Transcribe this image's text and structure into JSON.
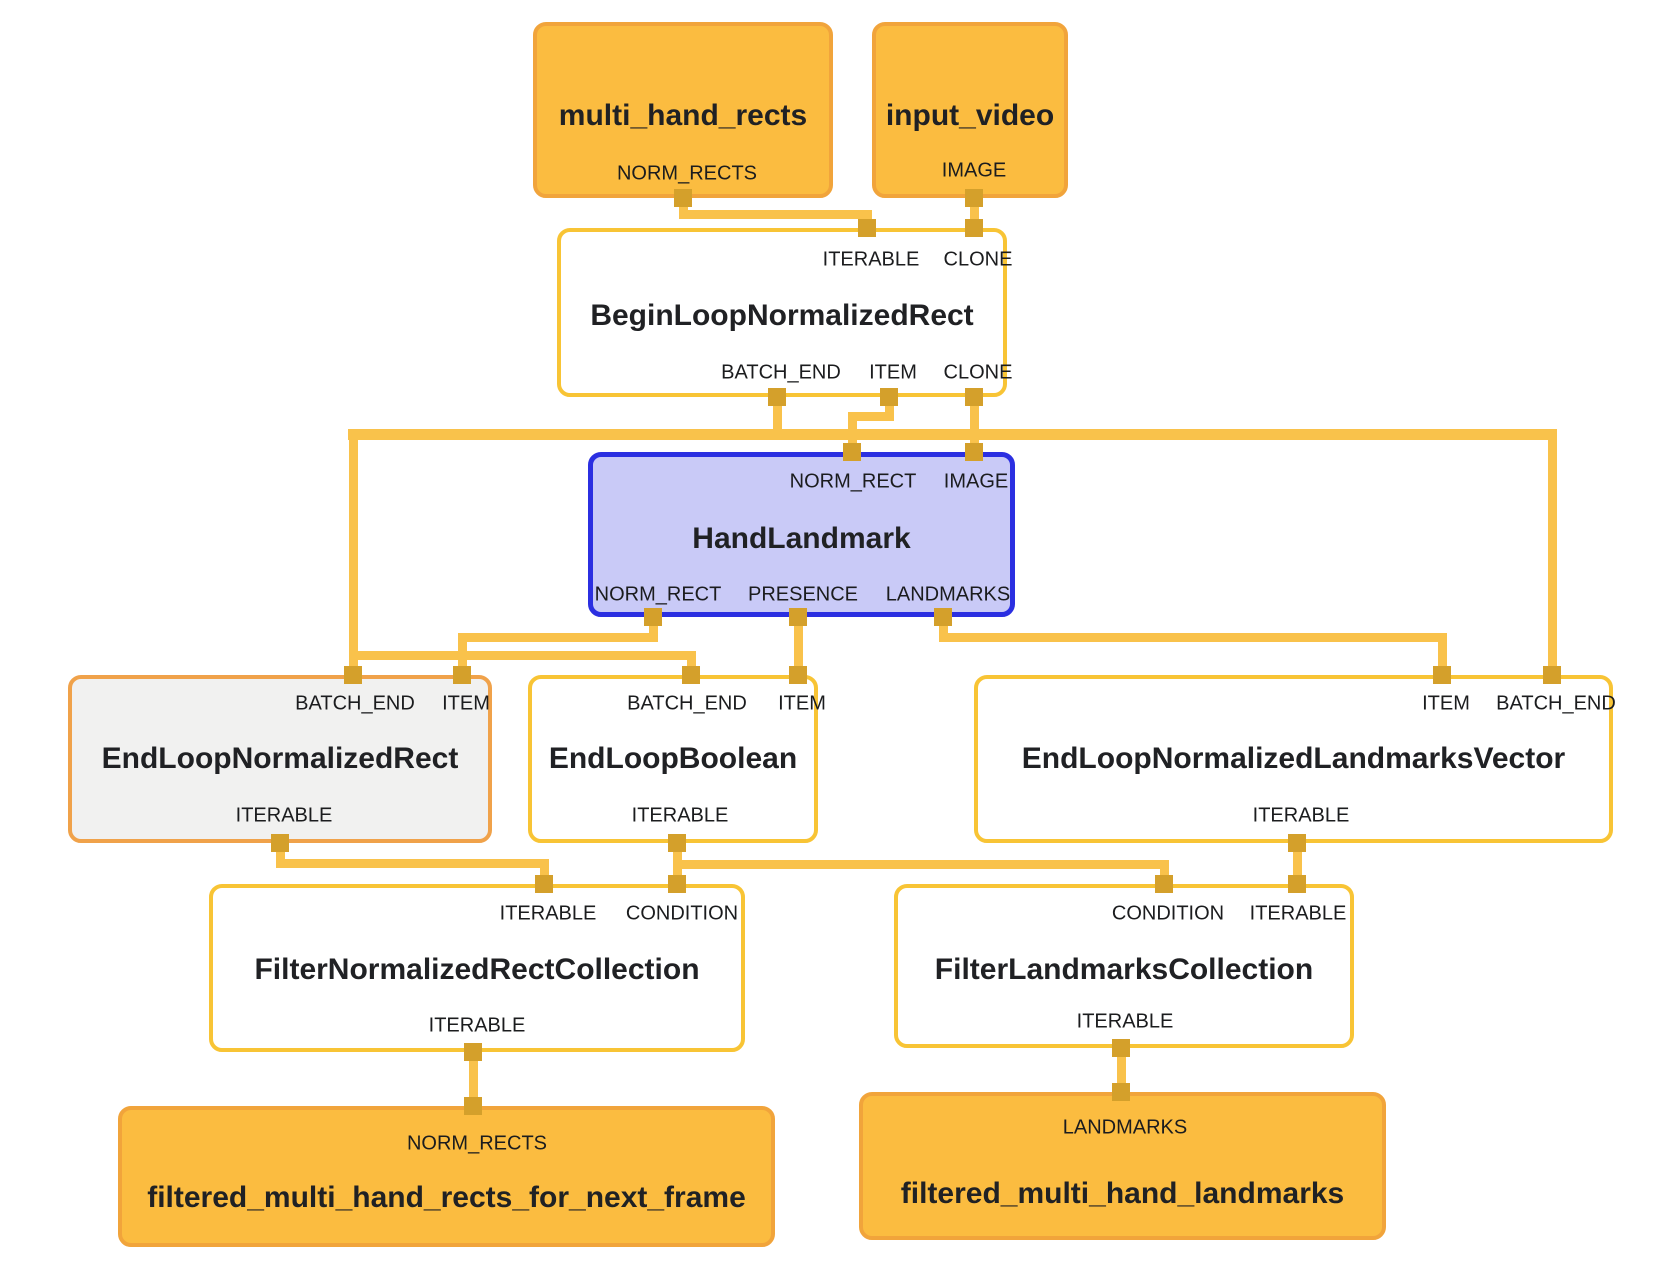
{
  "diagram": {
    "type": "dataflow-graph",
    "colors": {
      "node_orange": "#FBBC40",
      "node_orange_border": "#F1A43B",
      "node_white": "#FFFFFF",
      "node_white_border": "#F8C435",
      "node_gray": "#F1F1F0",
      "node_gray_border": "#F0A24A",
      "node_blue": "#C9CAF7",
      "node_blue_border": "#2B2FE1",
      "edge": "#F9C24B",
      "port": "#D4A02B",
      "text": "#202124"
    },
    "nodes": {
      "multi_hand_rects": {
        "title": "multi_hand_rects",
        "outputs": [
          "NORM_RECTS"
        ]
      },
      "input_video": {
        "title": "input_video",
        "outputs": [
          "IMAGE"
        ]
      },
      "begin_loop_normalized_rect": {
        "title": "BeginLoopNormalizedRect",
        "inputs": [
          "ITERABLE",
          "CLONE"
        ],
        "outputs": [
          "BATCH_END",
          "ITEM",
          "CLONE"
        ]
      },
      "hand_landmark": {
        "title": "HandLandmark",
        "inputs": [
          "NORM_RECT",
          "IMAGE"
        ],
        "outputs": [
          "NORM_RECT",
          "PRESENCE",
          "LANDMARKS"
        ]
      },
      "end_loop_normalized_rect": {
        "title": "EndLoopNormalizedRect",
        "inputs": [
          "BATCH_END",
          "ITEM"
        ],
        "outputs": [
          "ITERABLE"
        ]
      },
      "end_loop_boolean": {
        "title": "EndLoopBoolean",
        "inputs": [
          "BATCH_END",
          "ITEM"
        ],
        "outputs": [
          "ITERABLE"
        ]
      },
      "end_loop_normalized_landmarks_vector": {
        "title": "EndLoopNormalizedLandmarksVector",
        "inputs": [
          "ITEM",
          "BATCH_END"
        ],
        "outputs": [
          "ITERABLE"
        ]
      },
      "filter_normalized_rect_collection": {
        "title": "FilterNormalizedRectCollection",
        "inputs": [
          "ITERABLE",
          "CONDITION"
        ],
        "outputs": [
          "ITERABLE"
        ]
      },
      "filter_landmarks_collection": {
        "title": "FilterLandmarksCollection",
        "inputs": [
          "CONDITION",
          "ITERABLE"
        ],
        "outputs": [
          "ITERABLE"
        ]
      },
      "filtered_multi_hand_rects_for_next_frame": {
        "title": "filtered_multi_hand_rects_for_next_frame",
        "inputs": [
          "NORM_RECTS"
        ]
      },
      "filtered_multi_hand_landmarks": {
        "title": "filtered_multi_hand_landmarks",
        "inputs": [
          "LANDMARKS"
        ]
      }
    },
    "edges": [
      {
        "from": "multi_hand_rects.NORM_RECTS",
        "to": "BeginLoopNormalizedRect.ITERABLE"
      },
      {
        "from": "input_video.IMAGE",
        "to": "BeginLoopNormalizedRect.CLONE"
      },
      {
        "from": "BeginLoopNormalizedRect.BATCH_END",
        "to": "EndLoopNormalizedRect.BATCH_END"
      },
      {
        "from": "BeginLoopNormalizedRect.BATCH_END",
        "to": "EndLoopBoolean.BATCH_END"
      },
      {
        "from": "BeginLoopNormalizedRect.BATCH_END",
        "to": "EndLoopNormalizedLandmarksVector.BATCH_END"
      },
      {
        "from": "BeginLoopNormalizedRect.ITEM",
        "to": "HandLandmark.NORM_RECT"
      },
      {
        "from": "BeginLoopNormalizedRect.CLONE",
        "to": "HandLandmark.IMAGE"
      },
      {
        "from": "HandLandmark.NORM_RECT",
        "to": "EndLoopNormalizedRect.ITEM"
      },
      {
        "from": "HandLandmark.PRESENCE",
        "to": "EndLoopBoolean.ITEM"
      },
      {
        "from": "HandLandmark.LANDMARKS",
        "to": "EndLoopNormalizedLandmarksVector.ITEM"
      },
      {
        "from": "EndLoopNormalizedRect.ITERABLE",
        "to": "FilterNormalizedRectCollection.ITERABLE"
      },
      {
        "from": "EndLoopBoolean.ITERABLE",
        "to": "FilterNormalizedRectCollection.CONDITION"
      },
      {
        "from": "EndLoopBoolean.ITERABLE",
        "to": "FilterLandmarksCollection.CONDITION"
      },
      {
        "from": "EndLoopNormalizedLandmarksVector.ITERABLE",
        "to": "FilterLandmarksCollection.ITERABLE"
      },
      {
        "from": "FilterNormalizedRectCollection.ITERABLE",
        "to": "filtered_multi_hand_rects_for_next_frame.NORM_RECTS"
      },
      {
        "from": "FilterLandmarksCollection.ITERABLE",
        "to": "filtered_multi_hand_landmarks.LANDMARKS"
      }
    ]
  }
}
